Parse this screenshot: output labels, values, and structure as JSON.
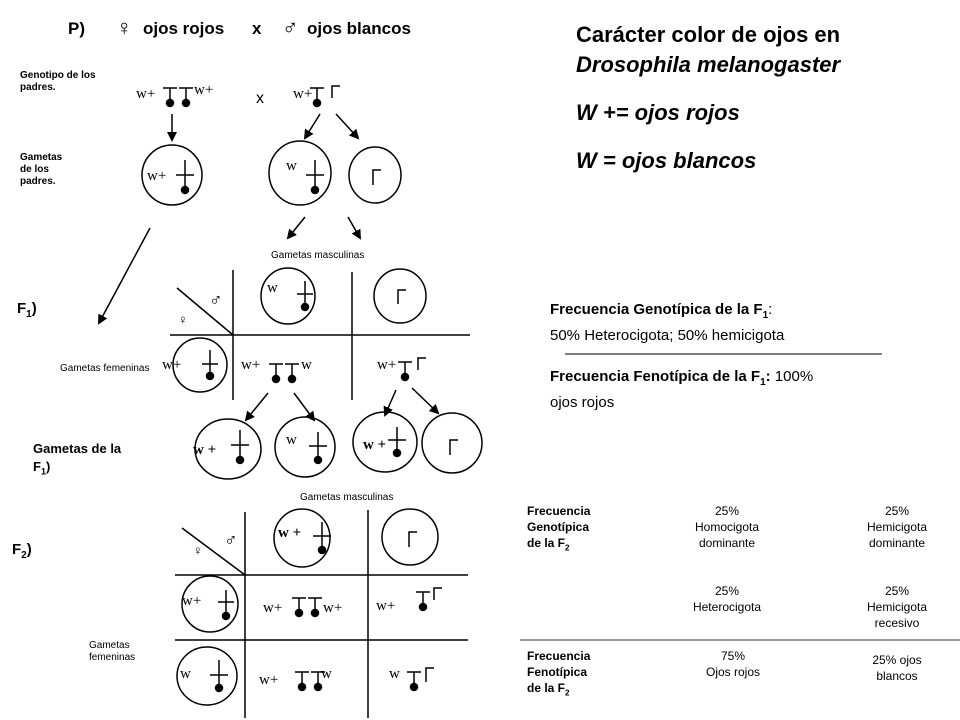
{
  "cross": {
    "label": "P)",
    "female_symbol": "♀",
    "female_text": "ojos rojos",
    "x": "x",
    "male_symbol": "♂",
    "male_text": "ojos blancos"
  },
  "title": {
    "line1": "Carácter color de ojos en",
    "line2": "Drosophila melanogaster",
    "line3": "W += ojos rojos",
    "line4": "W  = ojos blancos"
  },
  "left_labels": {
    "genotipo": "Genotipo de los padres.",
    "gametas_padres": "Gametas de los padres.",
    "f1": "F",
    "f1_sub": "1",
    "f1_close": ")",
    "gametas_fem_1": "Gametas femeninas",
    "gametas_f1": "Gametas de la F",
    "gametas_f1_sub": "1",
    "gametas_f1_close": ")",
    "f2": "F",
    "f2_sub": "2",
    "f2_close": ")",
    "gametas_fem_2": "Gametas femeninas"
  },
  "alleles": {
    "wplus": "w+",
    "w": "w",
    "wplus_spaced": "w +",
    "x": "x"
  },
  "punnett": {
    "gam_masc_1": "Gametas masculinas",
    "gam_masc_2": "Gametas masculinas",
    "male": "♂",
    "female": "♀"
  },
  "f1_freq": {
    "geno_title": "Frecuencia Genotípica de la F",
    "geno_sub": "1",
    "geno_colon": ":",
    "geno_val": "50%  Heterocigota; 50% hemicigota",
    "feno_title": "Frecuencia Fenotípica de la F",
    "feno_sub": "1",
    "feno_colon": ":",
    "feno_val_a": " 100%",
    "feno_val_b": "ojos rojos"
  },
  "f2_table": {
    "geno_label": [
      "Frecuencia",
      "Genotípica",
      "de la F"
    ],
    "geno_sub": "2",
    "col1_row1": [
      "25%",
      "Homocigota",
      "dominante"
    ],
    "col2_row1": [
      "25%",
      "Hemicigota",
      "dominante"
    ],
    "col1_row2": [
      "25%",
      "Heterocigota"
    ],
    "col2_row2": [
      "25%",
      "Hemicigota",
      "recesivo"
    ],
    "feno_label": [
      "Frecuencia",
      "Fenotípica",
      "de la F"
    ],
    "feno_sub": "2",
    "col1_row3": [
      "75%",
      "Ojos rojos"
    ],
    "col2_row3": [
      "25% ojos",
      "blancos"
    ]
  }
}
